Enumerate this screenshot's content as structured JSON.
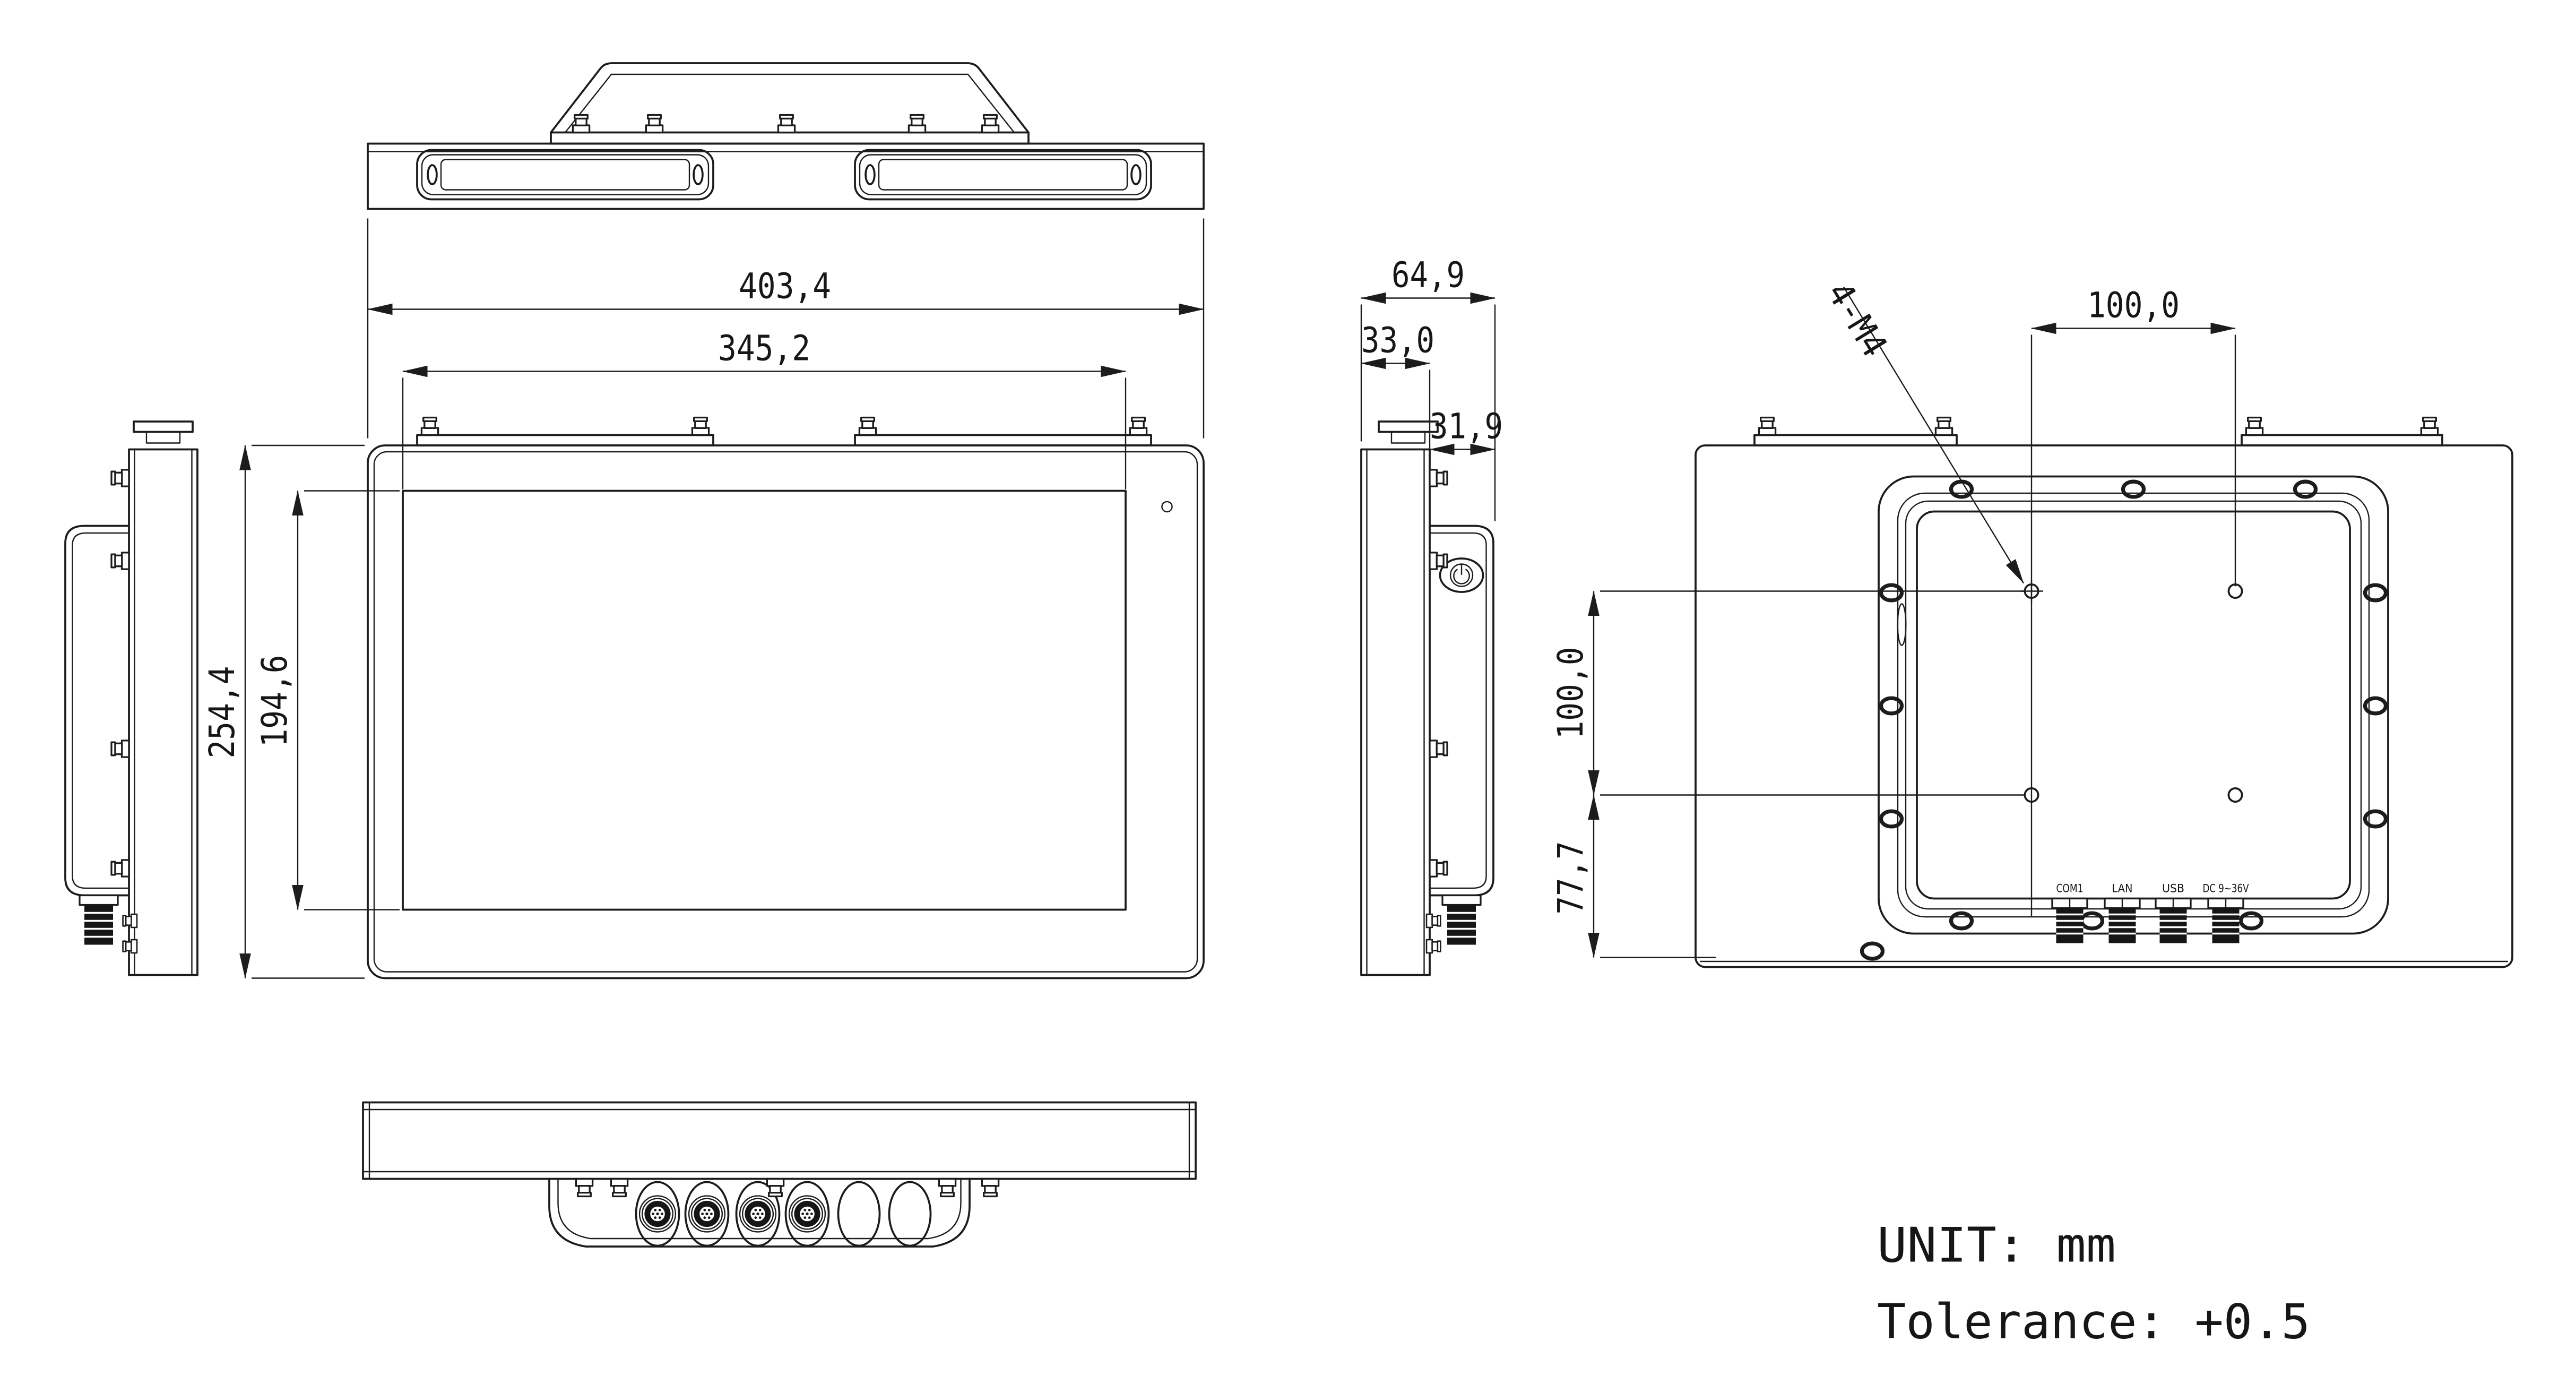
{
  "drawing": {
    "unit_note": "UNIT: mm",
    "tolerance_note": "Tolerance: +0.5"
  },
  "dimensions": {
    "overall_width": "403,4",
    "display_width": "345,2",
    "overall_height": "254,4",
    "display_height": "194,6",
    "total_depth": "64,9",
    "front_depth": "33,0",
    "rear_depth": "31,9",
    "mount_thread": "4-M4",
    "vesa_width": "100,0",
    "vesa_height": "100,0",
    "vesa_bottom_offset": "77,7"
  },
  "rear_ports": {
    "com1": "COM1",
    "lan": "LAN",
    "usb": "USB",
    "power": "DC 9~36V"
  },
  "colors": {
    "line_color": "#1c1c1c",
    "background": "#ffffff"
  }
}
